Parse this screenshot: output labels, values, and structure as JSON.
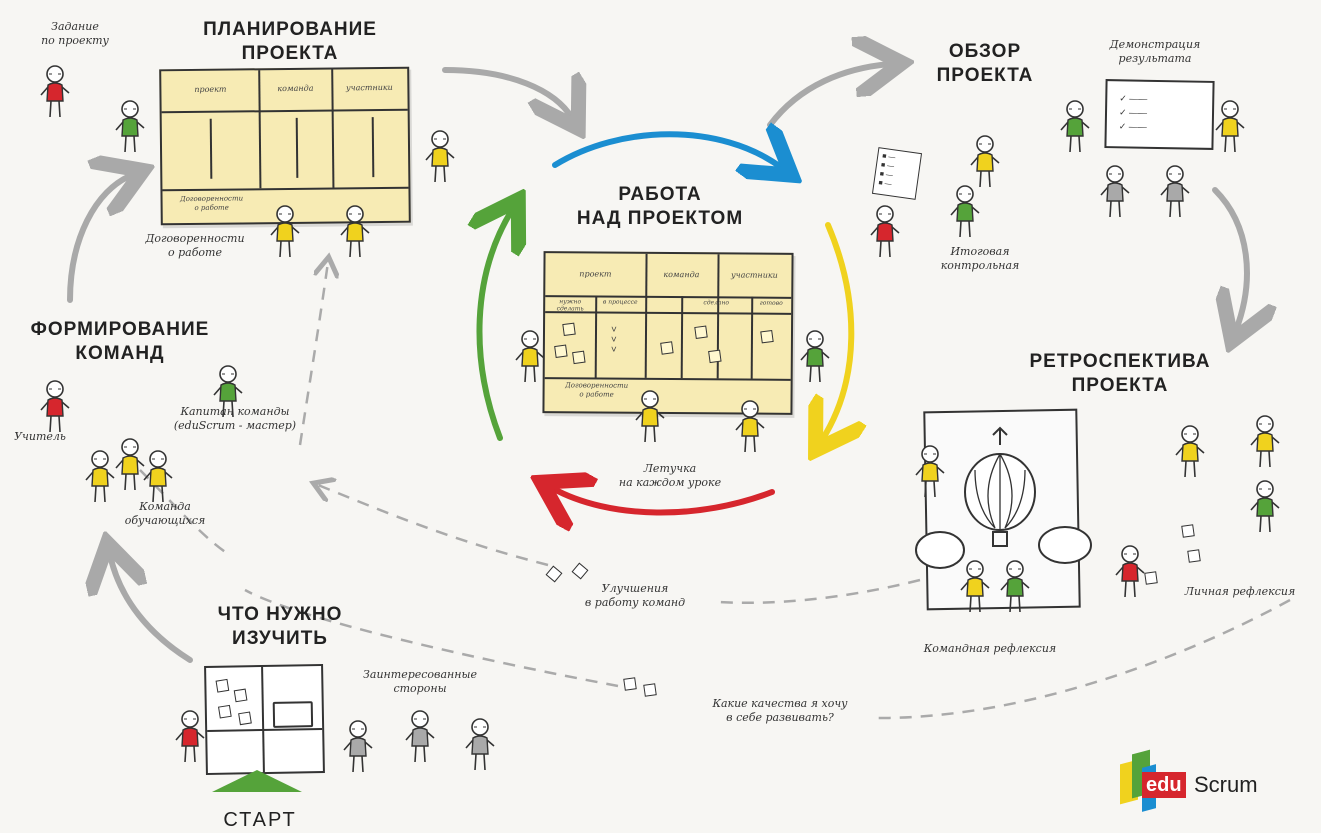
{
  "stages": {
    "planning": "ПЛАНИРОВАНИЕ\nПРОЕКТА",
    "review": "ОБЗОР\nПРОЕКТА",
    "work": "РАБОТА\nНАД ПРОЕКТОМ",
    "team_forming": "ФОРМИРОВАНИЕ\nКОМАНД",
    "retrospective": "РЕТРОСПЕКТИВА\nПРОЕКТА",
    "what_to_learn": "ЧТО НУЖНО\nИЗУЧИТЬ",
    "start": "СТАРТ"
  },
  "notes": {
    "project_task": "Задание\nпо проекту",
    "work_agreements": "Договоренности\nо работе",
    "demo_results": "Демонстрация\nрезультата",
    "final_test": "Итоговая\nконтрольная",
    "daily_standup": "Летучка\nна каждом уроке",
    "teacher": "Учитель",
    "team_captain": "Капитан команды\n(eduScrum - мастер)",
    "student_team": "Команда\nобучающихся",
    "improvements": "Улучшения\nв работу команд",
    "personal_reflection": "Личная рефлексия",
    "team_reflection": "Командная рефлексия",
    "interested_parties": "Заинтересованные\nстороны",
    "qualities": "Какие качества я хочу\nв себе развивать?"
  },
  "boards": {
    "planning_headers": [
      "проект",
      "команда",
      "участники"
    ],
    "planning_footer": "Договоренности\nо работе",
    "work_headers": [
      "проект",
      "команда",
      "участники"
    ],
    "work_subheaders": [
      "нужно сделать",
      "в процессе",
      "сделано",
      "готово"
    ],
    "work_footer": "Договоренности\nо работе"
  },
  "logo": {
    "part1": "edu",
    "part2": "Scrum"
  },
  "colors": {
    "blue": "#1b8ed1",
    "yellow": "#f0d21e",
    "red": "#d6262d",
    "green": "#55a33a",
    "gray": "#a9a9a9",
    "board": "#f7ebb4"
  }
}
